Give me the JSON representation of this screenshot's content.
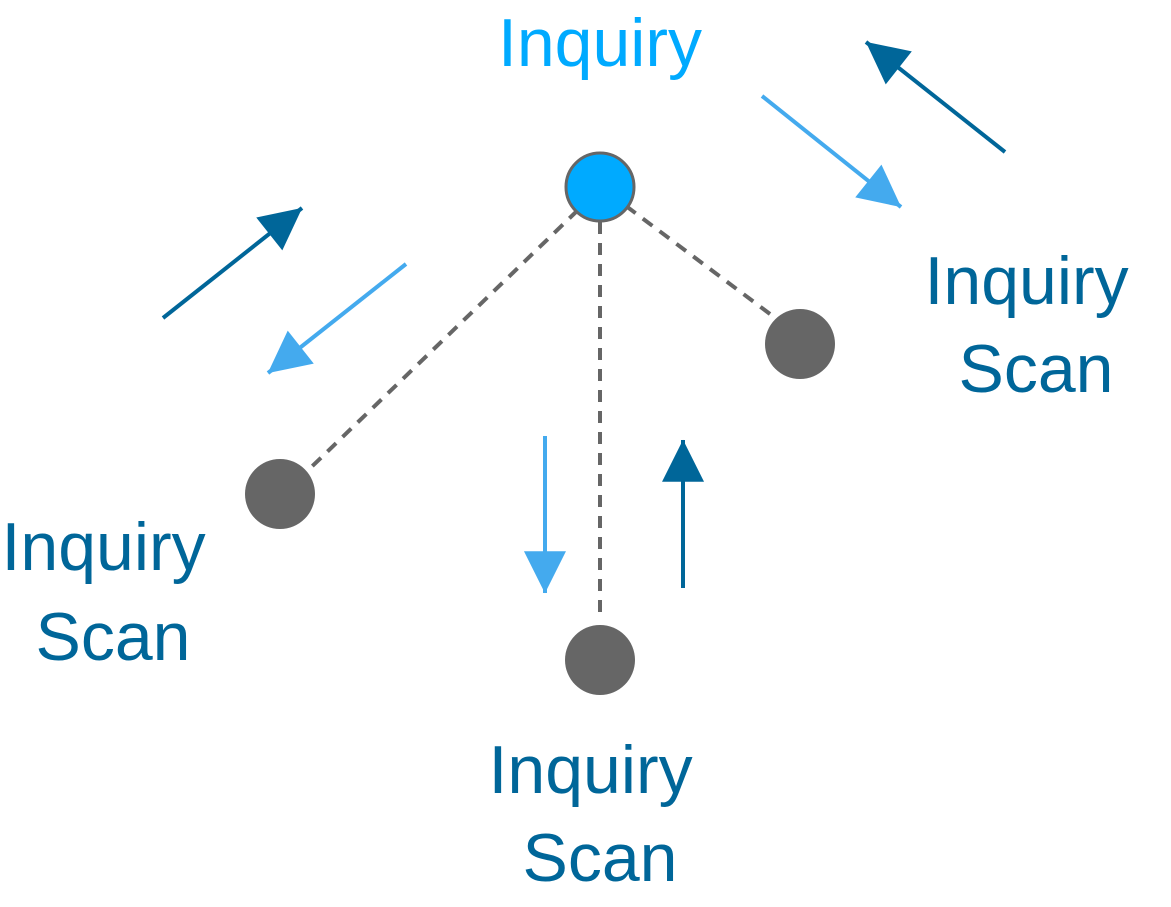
{
  "colors": {
    "inquiry": "#00aaff",
    "scan": "#006699",
    "request_arrow": "#44aaee",
    "response_arrow": "#006699",
    "scan_node": "#666666",
    "link": "#666666"
  },
  "inquiry_node": {
    "label": "Inquiry"
  },
  "scan_nodes": [
    {
      "id": "left",
      "label_lines": [
        "Inquiry",
        "Scan"
      ]
    },
    {
      "id": "bottom",
      "label_lines": [
        "Inquiry",
        "Scan"
      ]
    },
    {
      "id": "right",
      "label_lines": [
        "Inquiry",
        "Scan"
      ]
    }
  ]
}
